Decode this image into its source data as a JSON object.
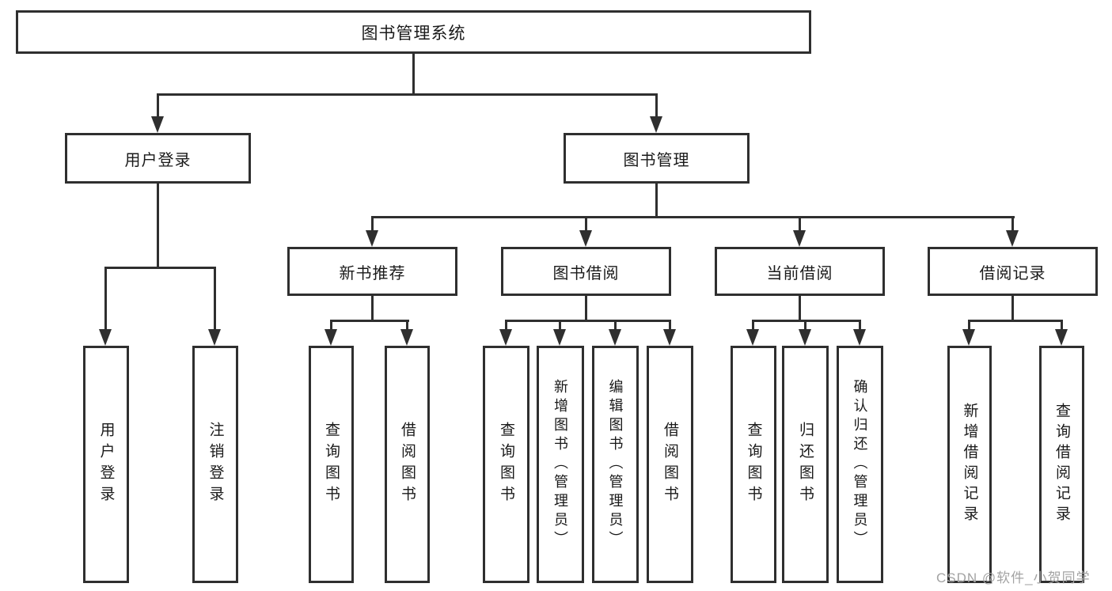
{
  "diagram": {
    "type": "hierarchy-tree",
    "title": "图书管理系统",
    "watermark": "CSDN @软件_小贺同学",
    "colors": {
      "line": "#2f2f2f",
      "text": "#1a1a1a",
      "background": "#ffffff",
      "watermark": "#a3a3a3"
    }
  },
  "tree": {
    "root": "图书管理系统",
    "level2": {
      "user_login": "用户登录",
      "book_mgmt": "图书管理"
    },
    "login_group": {
      "children": [
        "用户登录",
        "注销登录"
      ]
    },
    "mgmt_sections": {
      "recommend": {
        "label": "新书推荐",
        "children": [
          "查询图书",
          "借阅图书"
        ]
      },
      "borrow": {
        "label": "图书借阅",
        "children": [
          "查询图书",
          "新增图书（管理员）",
          "编辑图书（管理员）",
          "借阅图书"
        ]
      },
      "current": {
        "label": "当前借阅",
        "children": [
          "查询图书",
          "归还图书",
          "确认归还（管理员）"
        ]
      },
      "records": {
        "label": "借阅记录",
        "children": [
          "新增借阅记录",
          "查询借阅记录"
        ]
      }
    }
  }
}
